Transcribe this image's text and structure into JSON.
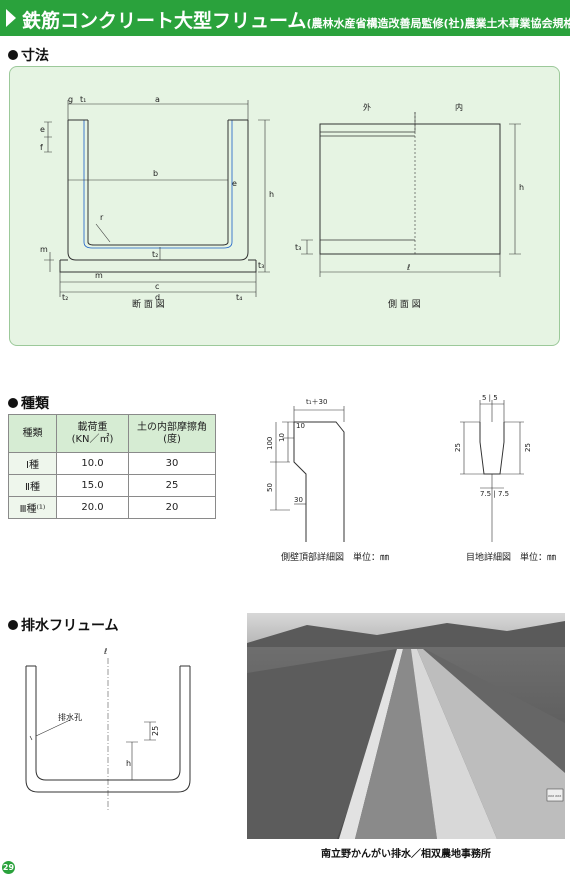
{
  "header": {
    "title": "鉄筋コンクリート大型フリューム",
    "subtitle": "(農林水産省構造改善局監修(社)農業土木事業協会規格)"
  },
  "sections": {
    "dimensions": "寸法",
    "types": "種類",
    "drain": "排水フリューム"
  },
  "diagrams": {
    "cross_section": {
      "caption": "断 面 図",
      "labels": {
        "g": "g",
        "t1": "t₁",
        "a": "a",
        "e": "e",
        "f": "f",
        "b": "b",
        "e2": "e",
        "h": "h",
        "r": "r",
        "m_left": "m",
        "m": "m",
        "t2": "t₂",
        "t3": "t₃",
        "c": "c",
        "d": "d",
        "t4": "t₄",
        "t5": "t₂"
      }
    },
    "side_view": {
      "caption": "側 面 図",
      "outside": "外",
      "inside": "内",
      "h": "h",
      "t": "t₃",
      "length": "ℓ"
    },
    "wall_top": {
      "caption": "側壁頂部詳細図　単位：㎜",
      "top": "t₁＋30",
      "d10a": "10",
      "d10b": "10",
      "d100": "100",
      "d50": "50",
      "d30": "30"
    },
    "joint": {
      "caption": "目地詳細図　単位：㎜",
      "top": "5 | 5",
      "depth_left": "25",
      "depth_right": "25",
      "bottom": "7.5 | 7.5"
    },
    "drain_section": {
      "center": "ℓ",
      "hole": "排水孔",
      "d25": "25",
      "h": "h"
    }
  },
  "type_table": {
    "headers": [
      "種類",
      "載荷重\n(KN／㎡)",
      "土の内部摩擦角\n(度)"
    ],
    "rows": [
      [
        "Ⅰ種",
        "10.0",
        "30"
      ],
      [
        "Ⅱ種",
        "15.0",
        "25"
      ],
      [
        "Ⅲ種⁽¹⁾",
        "20.0",
        "20"
      ]
    ]
  },
  "photo": {
    "caption": "南立野かんがい排水／相双農地事務所",
    "sign": "XXX XXX"
  },
  "page": {
    "number": "29"
  },
  "colors": {
    "accent": "#2aa23c",
    "panel": "#e6f4e3",
    "table_header": "#d6ecd3"
  }
}
